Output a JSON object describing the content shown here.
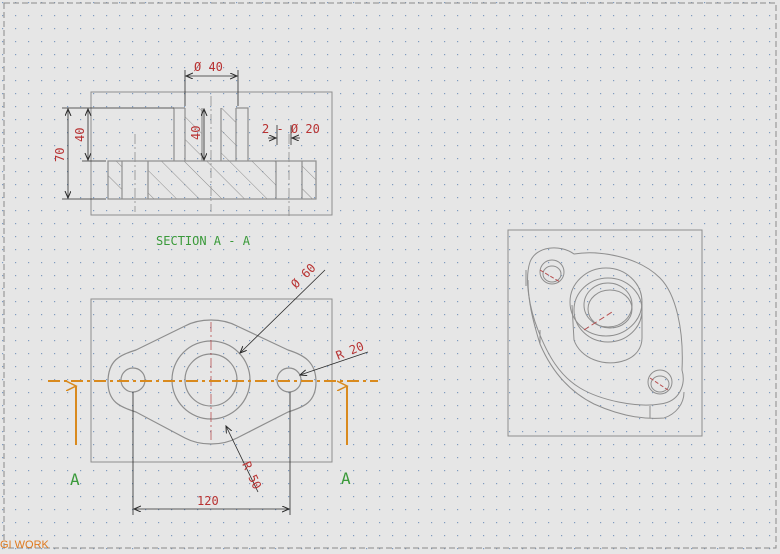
{
  "colors": {
    "background": "#e6e6e6",
    "grid_dot": "#7f9bbf",
    "geometry": "#8e8e8e",
    "dimension": "#b83232",
    "section_label": "#3a9a3a",
    "cutting_plane": "#d98a1e",
    "dim_arrow": "#2a2a2a",
    "status": "#e07a1e"
  },
  "section_view": {
    "title": "SECTION  A - A",
    "dims": {
      "boss_dia": "Ø  40",
      "hole_label": "2 - Ø  20",
      "total_height": "70",
      "flange_height": "40",
      "boss_height": "40"
    }
  },
  "top_view": {
    "dims": {
      "bore_dia": "Ø  60",
      "lug_radius": "R  20",
      "body_radius": "R  50",
      "hole_spacing": "120"
    },
    "cut_labels": {
      "left": "A",
      "right": "A"
    }
  },
  "status_bar": {
    "label": "GI WORK"
  }
}
